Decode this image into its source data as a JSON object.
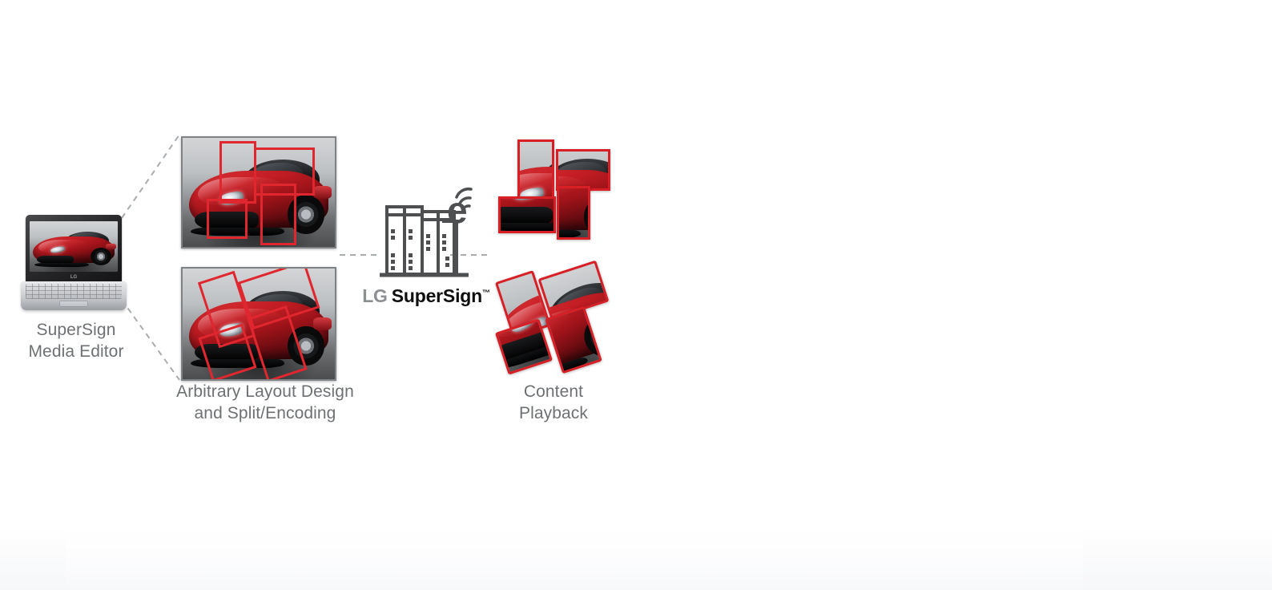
{
  "diagram": {
    "title": "LG SuperSign video wall workflow",
    "accent_red": "#d81f26",
    "zone_red": "#e0262e",
    "label_gray": "#6e7174",
    "background": "#ffffff"
  },
  "nodes": {
    "editor": {
      "label": "SuperSign\nMedia Editor",
      "device": "laptop",
      "screen_content": "red-sports-car"
    },
    "layout": {
      "label": "Arbitrary Layout Design\nand Split/Encoding",
      "screens": [
        {
          "name": "orthogonal-layout-screen",
          "zones": 4
        },
        {
          "name": "rotated-layout-screen",
          "zones": 4
        }
      ]
    },
    "server": {
      "brand_lg": "LG",
      "brand_product": "SuperSign",
      "trademark": "™",
      "icon": "server-rack-wifi-e-icon"
    },
    "playback": {
      "label": "Content\nPlayback",
      "groups": [
        {
          "name": "orthogonal-video-wall",
          "tiles": 4
        },
        {
          "name": "rotated-video-wall",
          "tiles": 4
        }
      ]
    }
  },
  "connectors": [
    {
      "name": "editor-to-top-layout",
      "style": "dashed"
    },
    {
      "name": "editor-to-bottom-layout",
      "style": "dashed"
    },
    {
      "name": "layout-to-server",
      "style": "dashed"
    },
    {
      "name": "server-to-playback",
      "style": "dashed"
    }
  ]
}
